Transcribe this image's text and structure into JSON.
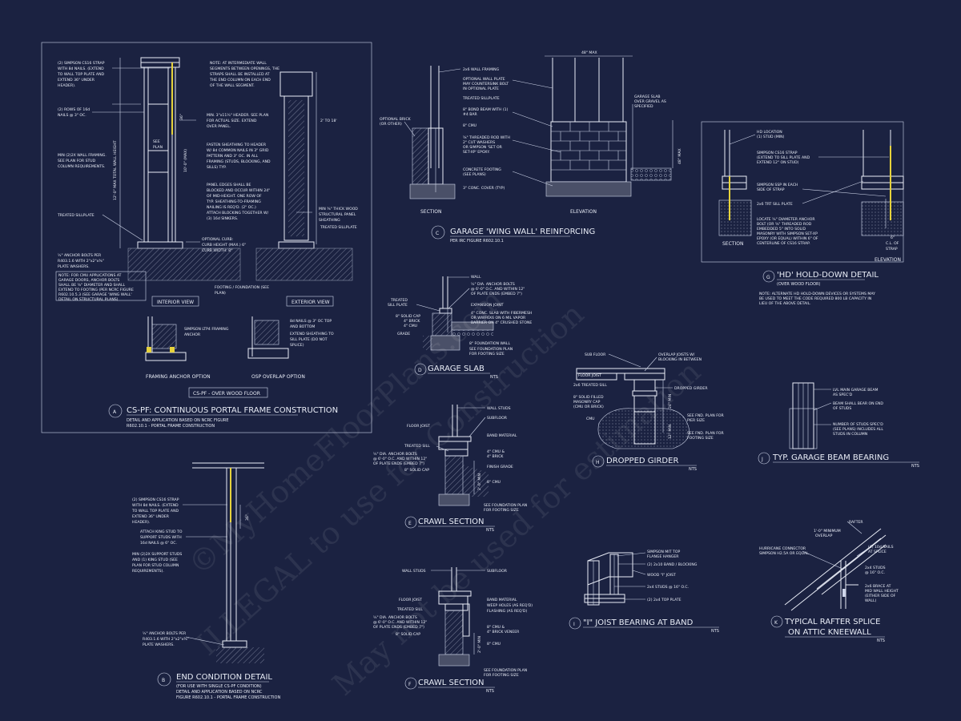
{
  "detail_a": {
    "letter": "A",
    "title": "CS-PF: CONTINUOUS PORTAL FRAME CONSTRUCTION",
    "sub1": "DETAIL AND APPLICATION BASED ON NCRC FIGURE",
    "sub2": "R602.10.1 - PORTAL FRAME CONSTRUCTION",
    "box_label": "CS-PF - OVER WOOD FLOOR",
    "interior_view": "INTERIOR VIEW",
    "exterior_view": "EXTERIOR VIEW",
    "framing_anchor": "FRAMING ANCHOR OPTION",
    "osp_overlap": "OSP OVERLAP OPTION",
    "n1": "(2) SIMPSON CS16 STRAP",
    "n2": "WITH 8d NAILS. (EXTEND",
    "n3": "TO WALL TOP PLATE AND",
    "n4": "EXTEND 36\" UNDER",
    "n5": "HEADER).",
    "n6": "(2) ROWS OF 16d",
    "n7": "NAILS @ 3\" OC.",
    "n8": "MIN (2)2X WALL FRAMING.",
    "n9": "SEE PLAN FOR STUD",
    "n10": "COLUMN REQUIREMENTS.",
    "n11": "TREATED SILLPLATE",
    "n12": "½\" ANCHOR BOLTS PER",
    "n13": "R403.1.6 WITH 2\"x2\"x⅜\"",
    "n14": "PLATE WASHERS.",
    "n15": "NOTE: FOR CMU APPLICATIONS AT",
    "n16": "GARAGE DOORS, ANCHOR BOLTS",
    "n17": "SHALL BE ⅝\" DIAMETER AND SHALL",
    "n18": "EXTEND TO FOOTING (PER NCRC FIGURE",
    "n19": "R602.10.5.3 (SEE GARAGE 'WING WALL'",
    "n20": "DETAIL ON STRUCTURAL PLANS)",
    "n21": "NOTE: AT INTERMEDIATE WALL",
    "n22": "SEGMENTS BETWEEN OPENINGS, THE",
    "n23": "STRAPS SHALL BE INSTALLED AT",
    "n24": "THE END COLUMN ON EACH END",
    "n25": "OF THE WALL SEGMENT.",
    "n26": "MIN. 3\"x11¼\" HEADER. SEE PLAN",
    "n27": "FOR ACTUAL SIZE. EXTEND",
    "n28": "OVER PANEL.",
    "n29": "FASTEN SHEATHING TO HEADER",
    "n30": "W/ 8d COMMON NAILS IN 3\" GRID",
    "n31": "PATTERN AND 3\" OC. IN ALL",
    "n32": "FRAMING (STUDS, BLOCKING, AND",
    "n33": "SILLS) TYP.",
    "n34": "PANEL EDGES SHALL BE",
    "n35": "BLOCKED AND OCCUR WITHIN 24\"",
    "n36": "OF MID-HEIGHT. ONE ROW OF",
    "n37": "TYP. SHEATHING-TO-FRAMING",
    "n38": "NAILING IS REQ'D. (2\" OC.)",
    "n39": "ATTACH BLOCKING TOGETHER W/",
    "n40": "(3) 16d SINKERS.",
    "n41": "OPTIONAL CURB:",
    "n42": "CURB HEIGHT (MAX.) 6\"",
    "n43": "CURB WIDTH: 8\"",
    "n44": "FOOTING / FOUNDATION (SEE",
    "n45": "PLAN)",
    "n46": "MIN ⅜\" THICK WOOD",
    "n47": "STRUCTURAL PANEL",
    "n48": "SHEATHING",
    "n49": "TREATED SILLPLATE",
    "n50": "SIMPSON LTP4 FRAMING",
    "n51": "ANCHOR",
    "n52": "8d NAILS @ 3\" OC TOP",
    "n53": "AND BOTTOM",
    "n54": "EXTEND SHEATHING TO",
    "n55": "SILL PLATE (DO NOT",
    "n56": "SPLICE)",
    "dim1": "2' TO 18'",
    "dim2": "12'-0\" MAX TOTAL WALL HEIGHT",
    "dim3": "10'-0\" (MAX)",
    "dim4": "36\"",
    "see_plan": "SEE",
    "see_plan2": "PLAN"
  },
  "detail_b": {
    "letter": "B",
    "title": "END CONDITION DETAIL",
    "sub1": "(FOR USE WITH SINGLE CS-PF CONDITION)",
    "sub2": "DETAIL AND APPLICATION BASED ON NCRC",
    "sub3": "FIGURE R602.10.1 - PORTAL FRAME CONSTRUCTION",
    "n1": "(2) SIMPSON CS16 STRAP",
    "n2": "WITH 8d NAILS. (EXTEND",
    "n3": "TO WALL TOP PLATE AND",
    "n4": "EXTEND 36\" UNDER",
    "n5": "HEADER).",
    "n6": "ATTACH KING STUD TO",
    "n7": "SUPPORT STUDS WITH",
    "n8": "16d NAILS @ 6\" OC.",
    "n9": "MIN (2)2X SUPPORT STUDS",
    "n10": "AND (1) KING STUD (SEE",
    "n11": "PLAN FOR STUD COLUMN",
    "n12": "REQUIREMENTS).",
    "n13": "½\" ANCHOR BOLTS PER",
    "n14": "R403.1.6 WITH 2\"x2\"x⅜\"",
    "n15": "PLATE WASHERS.",
    "dim": "36\""
  },
  "detail_c": {
    "letter": "C",
    "title": "GARAGE 'WING WALL' REINFORCING",
    "sub1": "PER IRC FIGURE R602.10.1",
    "section": "SECTION",
    "elevation": "ELEVATION",
    "dim_top": "48\" MAX",
    "dim_side": "48\" MAX",
    "n1": "2x6 WALL FRAMING",
    "n2": "OPTIONAL WALL PLATE",
    "n3": "MAY COUNTERSINK BOLT",
    "n4": "IN OPTIONAL PLATE",
    "n5": "TREATED SILLPLATE",
    "n6": "8\" BOND BEAM WITH (1)",
    "n7": "#4 BAR",
    "n8": "8\" CMU",
    "n9": "⅝\" THREADED ROD WITH",
    "n10": "2\" CUT WASHERS",
    "n11": "OR SIMPSON 'SET OR",
    "n12": "SET-XP' EPOXY.",
    "n13": "CONCRETE FOOTING",
    "n14": "(SEE PLANS)",
    "n15": "3\" CONC. COVER (TYP)",
    "n16": "OPTIONAL BRICK",
    "n17": "(OR OTHER)",
    "n18": "GARAGE SLAB",
    "n19": "OVER GRAVEL AS",
    "n20": "SPECIFIED"
  },
  "detail_d": {
    "letter": "D",
    "title": "GARAGE SLAB",
    "nts": "NTS",
    "n1": "WALL",
    "n2": "½\" DIA. ANCHOR BOLTS",
    "n3": "@ 6'-0\" O.C. AND WITHIN 12\"",
    "n4": "OF PLATE ENDS (EMBED 7\")",
    "n5": "EXPANSION JOINT",
    "n6": "4\" CONC. SLAB WITH FIBERMESH",
    "n7": "OR WWF6X6 ON 6 MIL VAPOR",
    "n8": "BARRIER ON 4\" CRUSHED STONE",
    "n9": "8\" FOUNDATION WALL",
    "n10": "SEE FOUNDATION PLAN",
    "n11": "FOR FOOTING SIZE",
    "n12": "TREATED",
    "n13": "SILL PLATE",
    "n14": "8\" SOLID CAP",
    "n15": "4\" BRICK",
    "n16": "4\" CMU",
    "n17": "GRADE"
  },
  "detail_e": {
    "letter": "E",
    "title": "CRAWL SECTION",
    "nts": "NTS",
    "n1": "WALL STUDS",
    "n2": "SUBFLOOR",
    "n3": "FLOOR JOIST",
    "n4": "BAND MATERIAL",
    "n5": "TREATED SILL",
    "n6": "½\" DIA. ANCHOR BOLTS",
    "n7": "@ 6'-0\" O.C. AND WITHIN 12\"",
    "n8": "OF PLATE ENDS (EMBED 7\")",
    "n9": "8\" SOLID CAP",
    "n10": "4\" CMU &",
    "n11": "4\" BRICK",
    "n12": "FINISH GRADE",
    "n13": "8\" CMU",
    "n14": "SEE FOUNDATION PLAN",
    "n15": "FOR FOOTING SIZE",
    "dim": "2'-0\" MIN"
  },
  "detail_f": {
    "letter": "F",
    "title": "CRAWL SECTION",
    "nts": "NTS",
    "n1": "WALL STUDS",
    "n2": "SUBFLOOR",
    "n3": "BAND MATERIAL",
    "n4": "FLOOR JOIST",
    "n5": "WEEP HOLES (AS REQ'D)",
    "n6": "TREATED SILL",
    "n7": "FLASHING (AS REQ'D)",
    "n8": "½\" DIA. ANCHOR BOLTS",
    "n9": "@ 6'-0\" O.C. AND WITHIN 12\"",
    "n10": "OF PLATE ENDS (EMBED 7\")",
    "n11": "8\" CMU &",
    "n12": "4\" BRICK VENEER",
    "n13": "8\" SOLID CAP",
    "n14": "8\" CMU",
    "n15": "SEE FOUNDATION PLAN",
    "n16": "FOR FOOTING SIZE",
    "dim": "2'-0\" MIN"
  },
  "detail_g": {
    "letter": "G",
    "title": "'HD' HOLD-DOWN DETAIL",
    "sub1": "(OVER WOOD FLOOR)",
    "section": "SECTION",
    "elevation": "ELEVATION",
    "n1": "HD LOCATION",
    "n2": "(1) STUD (MIN)",
    "n3": "SIMPSON CS16 STRAP",
    "n4": "(EXTEND TO SILL PLATE AND",
    "n5": "EXTEND 12\" ON STUD)",
    "n6": "SIMPSON SSP IN EACH",
    "n7": "SIDE OF STRAP",
    "n8": "2x6 TRT SILL PLATE",
    "n9": "LOCATE ⅝\" DIAMETER ANCHOR",
    "n10": "BOLT (OR ⅝\" THREADED ROD",
    "n11": "EMBEDDED 5\" INTO SOLID",
    "n12": "MASONRY WITH SIMPSON SET-XP",
    "n13": "EPOXY (OR EQUAL) WITHIN 6\" OF",
    "n14": "CENTERLINE OF CS16 STRAP.",
    "n15": "NOTE: ALTERNATE HD HOLD-DOWN DEVICES OR SYSTEMS MAY",
    "n16": "BE USED TO MEET THE CODE REQUIRED 800 LB CAPACITY IN",
    "n17": "LIEU OF THE ABOVE DETAIL.",
    "d1": "6\"",
    "d2": "C.L. OF",
    "d3": "STRAP"
  },
  "detail_h": {
    "letter": "H",
    "title": "DROPPED GIRDER",
    "nts": "NTS",
    "n1": "SUB FLOOR",
    "n2": "OVERLAP JOISTS W/",
    "n3": "BLOCKING IN BETWEEN",
    "n4": "FLOOR JOIST",
    "n5": "2x6 TREATED SILL",
    "n6": "DROPPED GIRDER",
    "n7": "8\" SOLID FILLED",
    "n8": "MASONRY CAP",
    "n9": "(CMU OR BRICK)",
    "n10": "CMU",
    "n11": "SEE FND. PLAN FOR",
    "n12": "PIER SIZE",
    "n13": "SEE FND. PLAN FOR",
    "n14": "FOOTING SIZE",
    "dim1": "24\" MIN",
    "dim2": "12\" MIN"
  },
  "detail_i": {
    "letter": "I",
    "title": "\"I\" JOIST BEARING AT BAND",
    "nts": "NTS",
    "n1": "SIMPSON MIT TOP",
    "n2": "FLANGE HANGER",
    "n3": "(2) 2x10 BAND / BLOCKING",
    "n4": "WOOD \"I\" JOIST",
    "n5": "2x4 STUDS @ 16\" O.C.",
    "n6": "(2) 2x4 TOP PLATE"
  },
  "detail_j": {
    "letter": "J",
    "title": "TYP. GARAGE BEAM BEARING",
    "nts": "NTS",
    "n1": "LVL MAIN GARAGE BEAM",
    "n2": "AS SPEC'D",
    "n3": "BEAM SHALL BEAR ON END",
    "n4": "OF STUDS",
    "n5": "NUMBER OF STUDS SPEC'D",
    "n6": "(SEE PLANS) INCLUDES ALL",
    "n7": "STUDS IN COLUMN"
  },
  "detail_k": {
    "letter": "K",
    "title1": "TYPICAL RAFTER SPLICE",
    "title2": "ON ATTIC KNEEWALL",
    "nts": "NTS",
    "n1": "RAFTER",
    "n2": "1'-0\" MINIMUM",
    "n3": "OVERLAP",
    "n4": "HURRICANE CONNECTOR",
    "n5": "SIMPSON H2.5A OR EQUAL",
    "n6": "(4) 10d NAILS",
    "n7": "AT SPLICE",
    "n8": "2x4 STUDS",
    "n9": "@ 16\" O.C.",
    "n10": "2x6 BRACE AT",
    "n11": "MID WALL HEIGHT",
    "n12": "(EITHER SIDE OF",
    "n13": "WALL)"
  },
  "watermark": {
    "w1": "©MyHomeFloorPlans.com",
    "w2": "ILLEGAL to use for Construction",
    "w3": "May not be used for estimation"
  },
  "colors": {
    "background": "#1b2241",
    "linework": "#e8ecf6",
    "strap": "#e6d23c"
  }
}
